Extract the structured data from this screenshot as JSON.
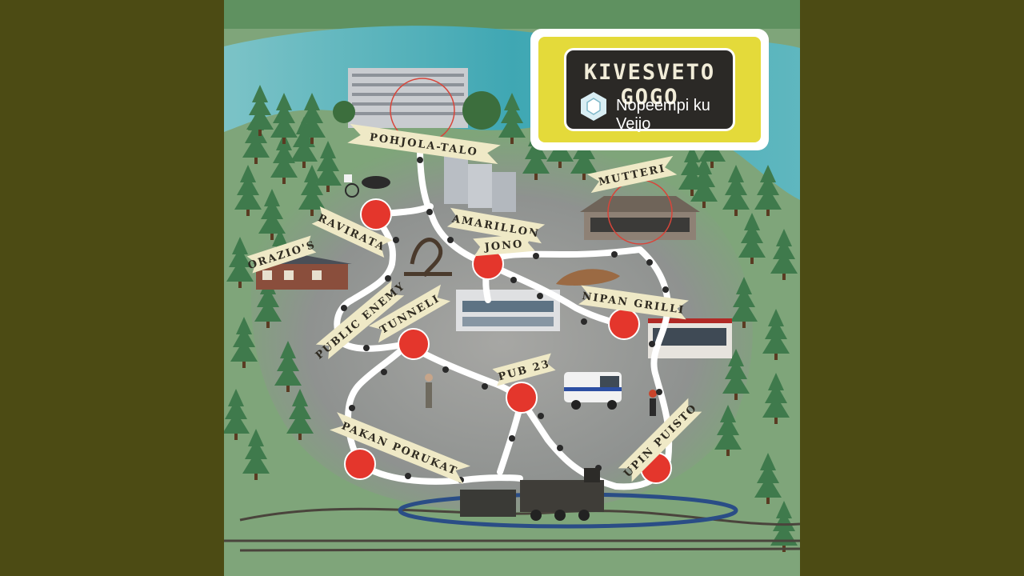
{
  "album": {
    "band_name": "KIVESVETO GOGO",
    "album_title": "Nopeempi ku Veijo"
  },
  "locations": [
    {
      "id": "poujola",
      "label": "POHJOLA-TALO"
    },
    {
      "id": "mutteri",
      "label": "MUTTERI"
    },
    {
      "id": "ravirata",
      "label": "RAVIRATA"
    },
    {
      "id": "amarillo",
      "label": "AMARILLON"
    },
    {
      "id": "jono",
      "label": "JONO"
    },
    {
      "id": "orazios",
      "label": "ORAZIO'S"
    },
    {
      "id": "public-enemy",
      "label": "PUBLIC ENEMY"
    },
    {
      "id": "tunneli",
      "label": "TUNNELI"
    },
    {
      "id": "nipan-grilli",
      "label": "NIPAN GRILLI"
    },
    {
      "id": "pub23",
      "label": "PUB 23"
    },
    {
      "id": "upin-puisto",
      "label": "UPIN PUISTO"
    },
    {
      "id": "pakan-porukat",
      "label": "PAKAN PORUKAT"
    }
  ],
  "colors": {
    "background_side": "#4c4b14",
    "grass": "#7fa57a",
    "water": "#3fa7b3",
    "road": "#8e8f8e",
    "path": "#ffffff",
    "dot": "#2a2a2a",
    "stop": "#e4362c",
    "label_ribbon": "#efe9c6",
    "logo_yellow": "#e4da3a",
    "logo_dark": "#2b2926"
  }
}
